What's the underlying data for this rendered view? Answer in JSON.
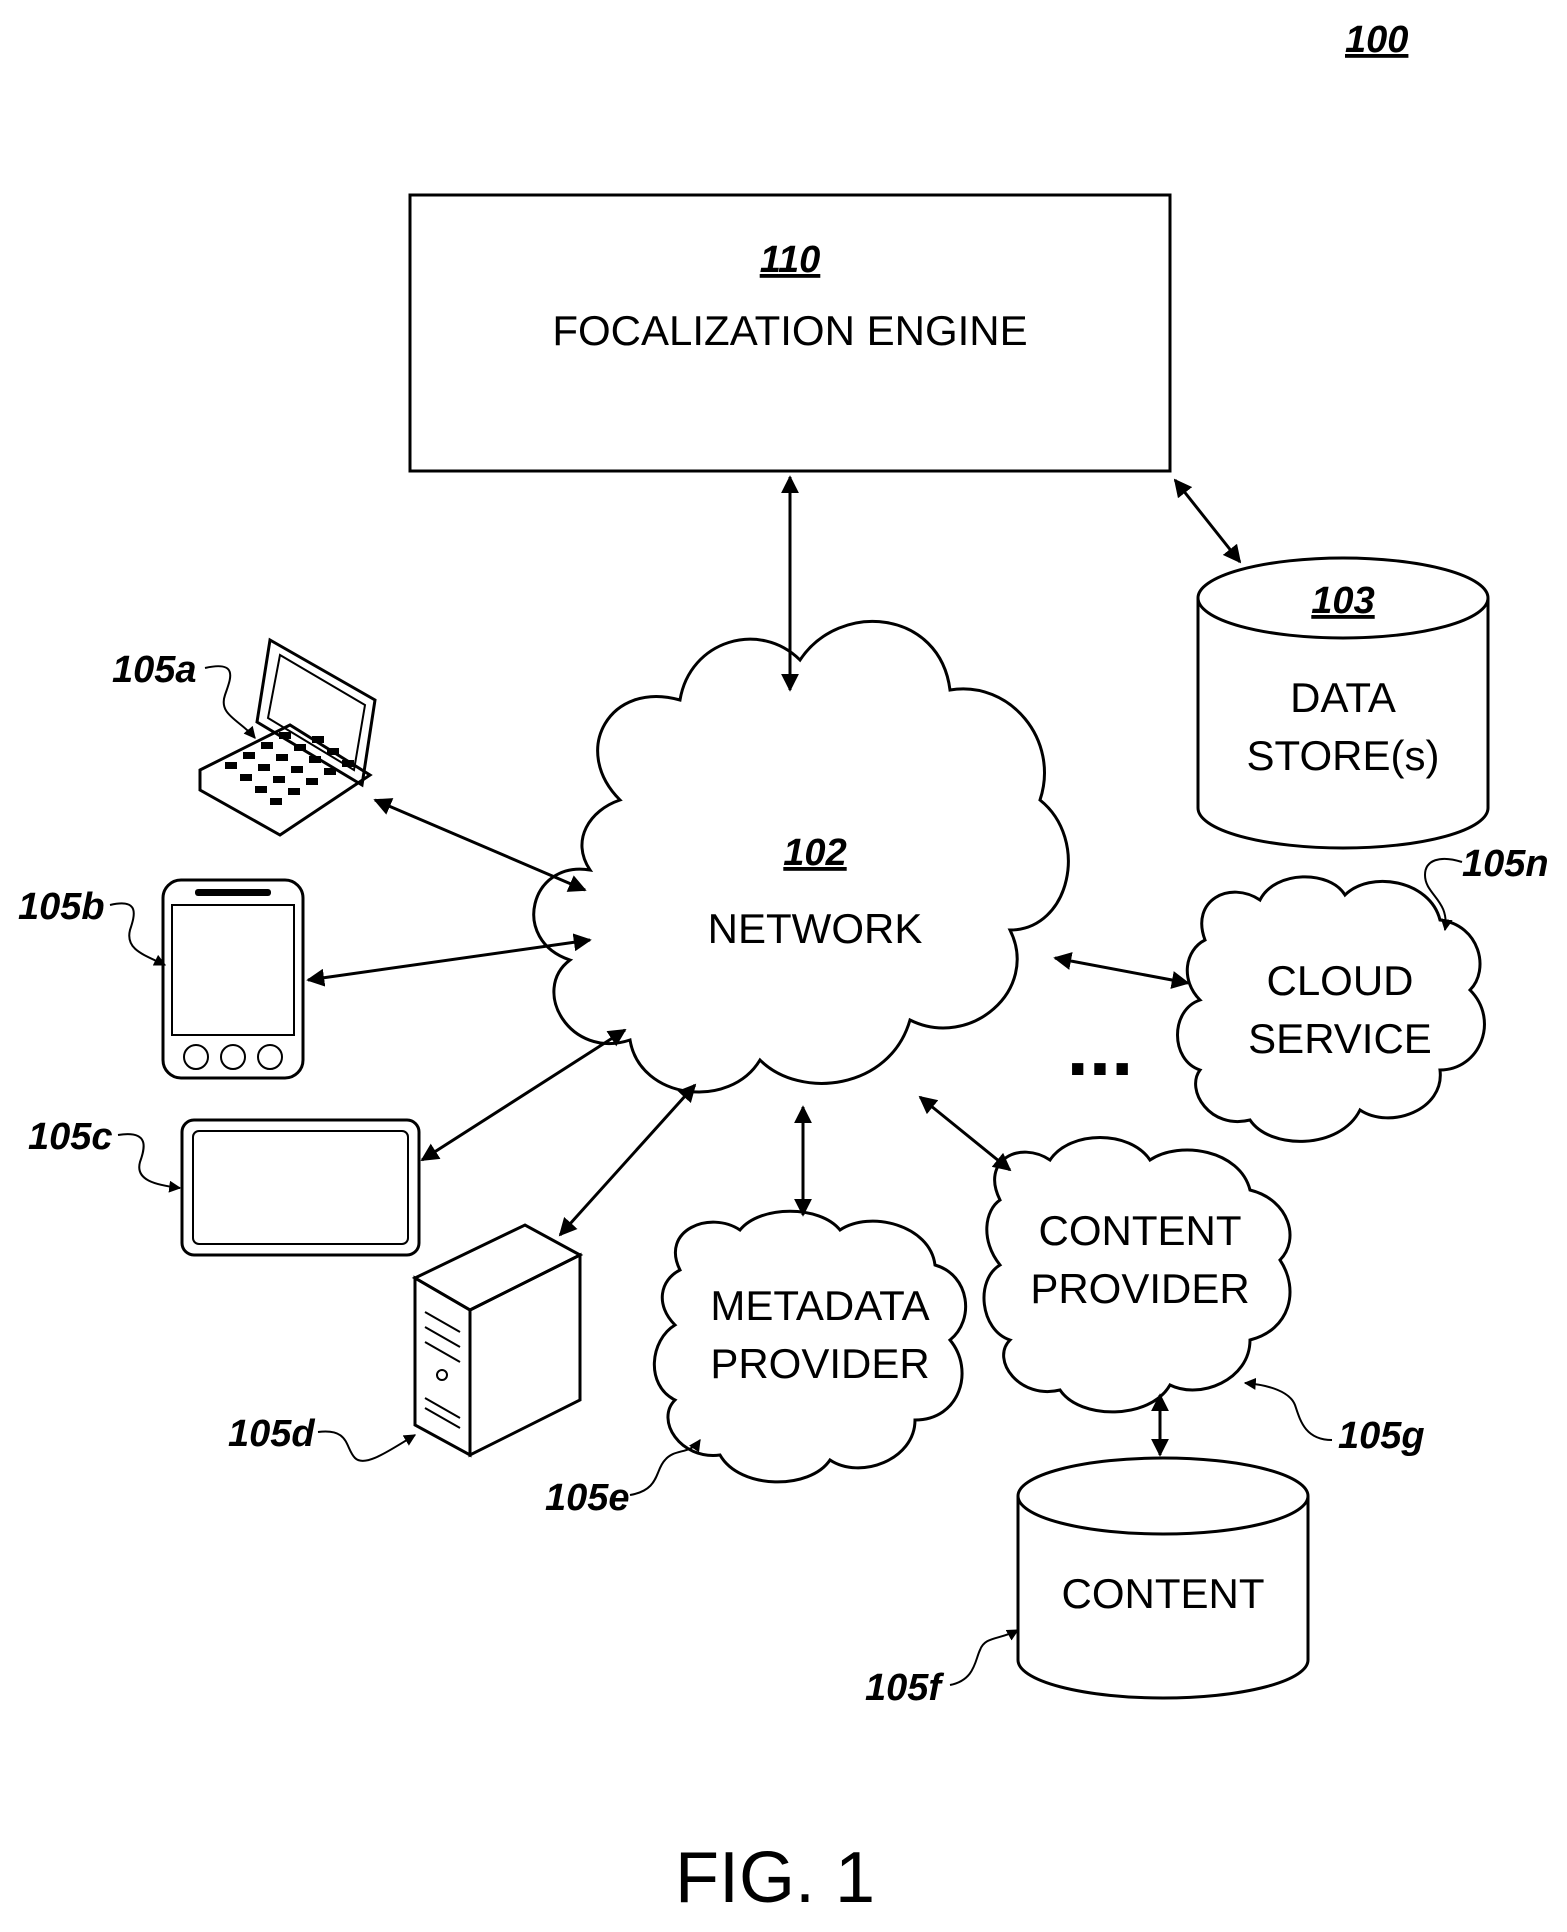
{
  "figure_number": "100",
  "caption": "FIG. 1",
  "engine": {
    "ref": "110",
    "label": "FOCALIZATION ENGINE"
  },
  "network": {
    "ref": "102",
    "label": "NETWORK"
  },
  "data_store": {
    "ref": "103",
    "line1": "DATA",
    "line2": "STORE(s)"
  },
  "cloud_service": {
    "line1": "CLOUD",
    "line2": "SERVICE"
  },
  "metadata_provider": {
    "line1": "METADATA",
    "line2": "PROVIDER"
  },
  "content_provider": {
    "line1": "CONTENT",
    "line2": "PROVIDER"
  },
  "content": {
    "label": "CONTENT"
  },
  "ellipsis": "...",
  "refs": {
    "r105a": "105a",
    "r105b": "105b",
    "r105c": "105c",
    "r105d": "105d",
    "r105e": "105e",
    "r105f": "105f",
    "r105g": "105g",
    "r105n": "105n"
  }
}
